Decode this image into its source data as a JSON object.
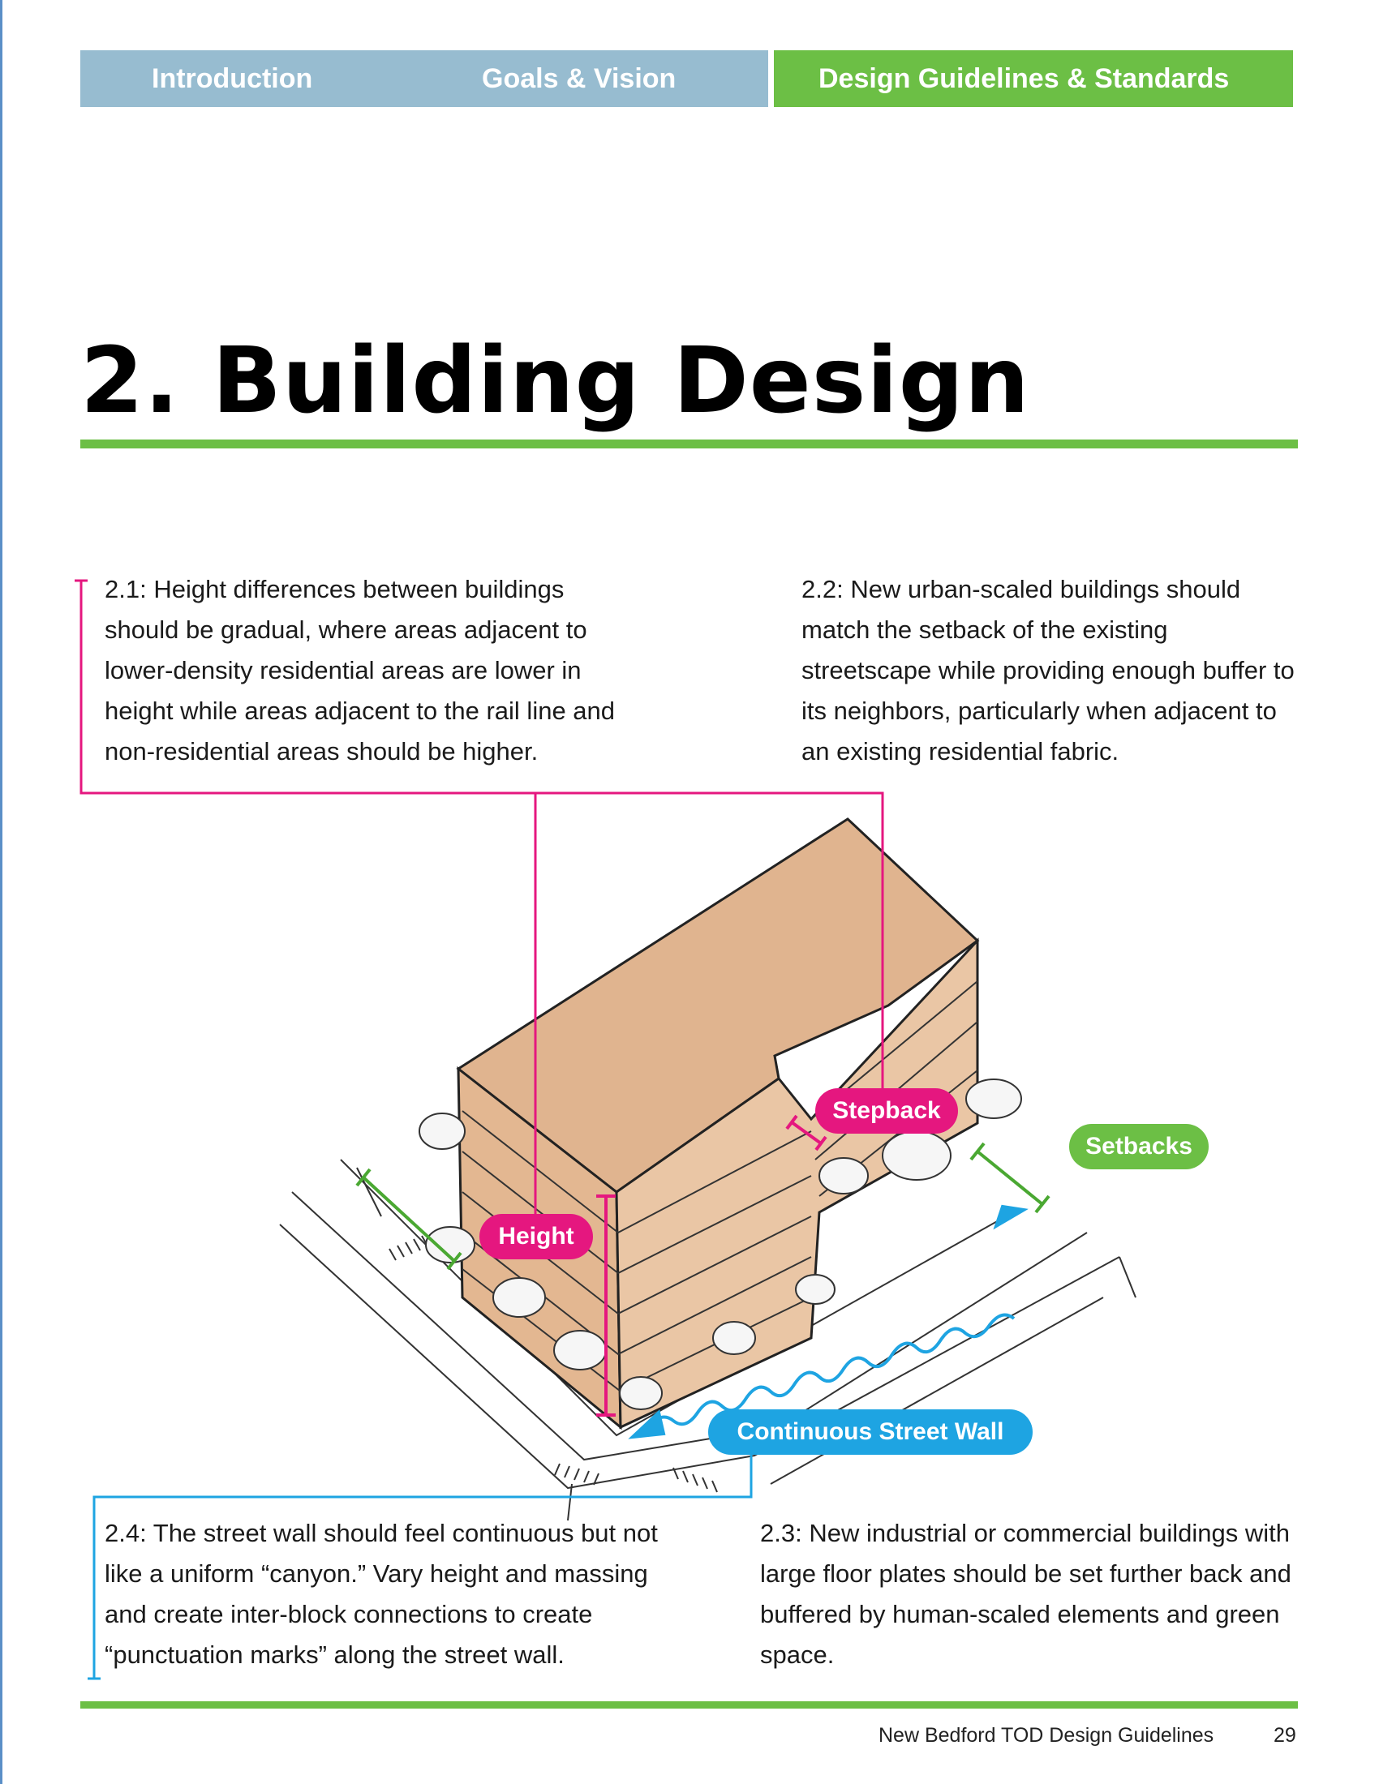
{
  "nav": {
    "tabs": [
      {
        "label": "Introduction"
      },
      {
        "label": "Goals & Vision"
      },
      {
        "label": "Design Guidelines & Standards"
      }
    ],
    "colors": {
      "inactive": "#97bcd0",
      "active": "#6cbf45"
    }
  },
  "title": "2. Building Design",
  "sections": {
    "s2_1": "2.1: Height differences between buildings should be gradual, where areas adjacent to lower-density residential areas are lower in height while areas adjacent to the rail line and non-residential areas should be higher.",
    "s2_2": "2.2: New urban-scaled buildings should match the setback of the existing streetscape while providing enough buffer to its neighbors, particularly when adjacent to an existing residential fabric.",
    "s2_4": "2.4: The street wall should feel continuous but not like a uniform “canyon.” Vary height and massing and create inter-block connections to create “punctuation marks” along the street wall.",
    "s2_3": "2.3: New industrial or commercial buildings with large floor plates should be set further back and buffered by human-scaled elements and green space."
  },
  "figure": {
    "callouts": {
      "height": "Height",
      "stepback": "Stepback",
      "setbacks": "Setbacks",
      "street_wall": "Continuous Street Wall"
    },
    "colors": {
      "height": "#e5177f",
      "setbacks": "#6cbf45",
      "street_wall": "#1ea4e2",
      "building": "#e0b48f"
    }
  },
  "footer": {
    "doc_title": "New Bedford TOD Design Guidelines",
    "page_number": "29"
  }
}
